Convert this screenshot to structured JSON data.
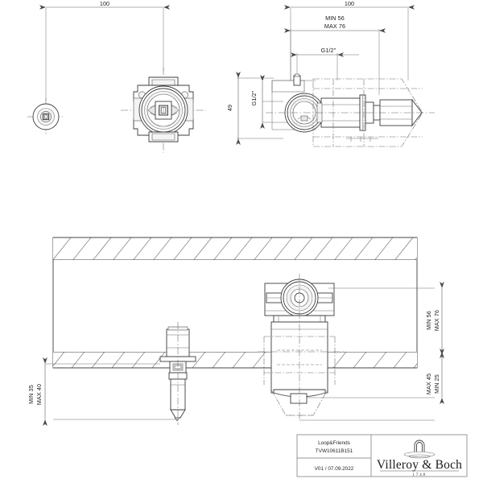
{
  "document": {
    "type": "technical-installation-drawing",
    "background_color": "#ffffff",
    "line_color": "#3c3c3c"
  },
  "views": {
    "top_left_front": {
      "name": "front-view-outlet-and-valve",
      "description": "Front elevation showing small outlet rosette at left and concealed valve body at right"
    },
    "top_right_side": {
      "name": "side-section-view-valve",
      "description": "Side sectional view of concealed valve body with G1/2 connection"
    },
    "bottom_section": {
      "name": "wall-section-installation-view",
      "description": "Vertical wall section showing installation depths of spout and valve body"
    }
  },
  "dimensions": {
    "top_left_width": "100",
    "top_right_width": "100",
    "top_right_min": "MIN 56",
    "top_right_max": "MAX 76",
    "thread_size": "G1/2\"",
    "side_height": "49",
    "section_right_min": "MIN 56",
    "section_right_max": "MAX 76",
    "section_right_lower_max": "MAX 45",
    "section_right_lower_min": "MIN 25",
    "section_left_min": "MIN 35",
    "section_left_max": "MAX 40"
  },
  "title_block": {
    "product_line": "Loop&Friends",
    "article_number": "TVW10611B151",
    "revision_and_date": "V01 / 07.09.2022",
    "brand_name": "Villeroy & Boch",
    "brand_year": "1748",
    "brand_emblem": "arch-fountain-icon"
  }
}
